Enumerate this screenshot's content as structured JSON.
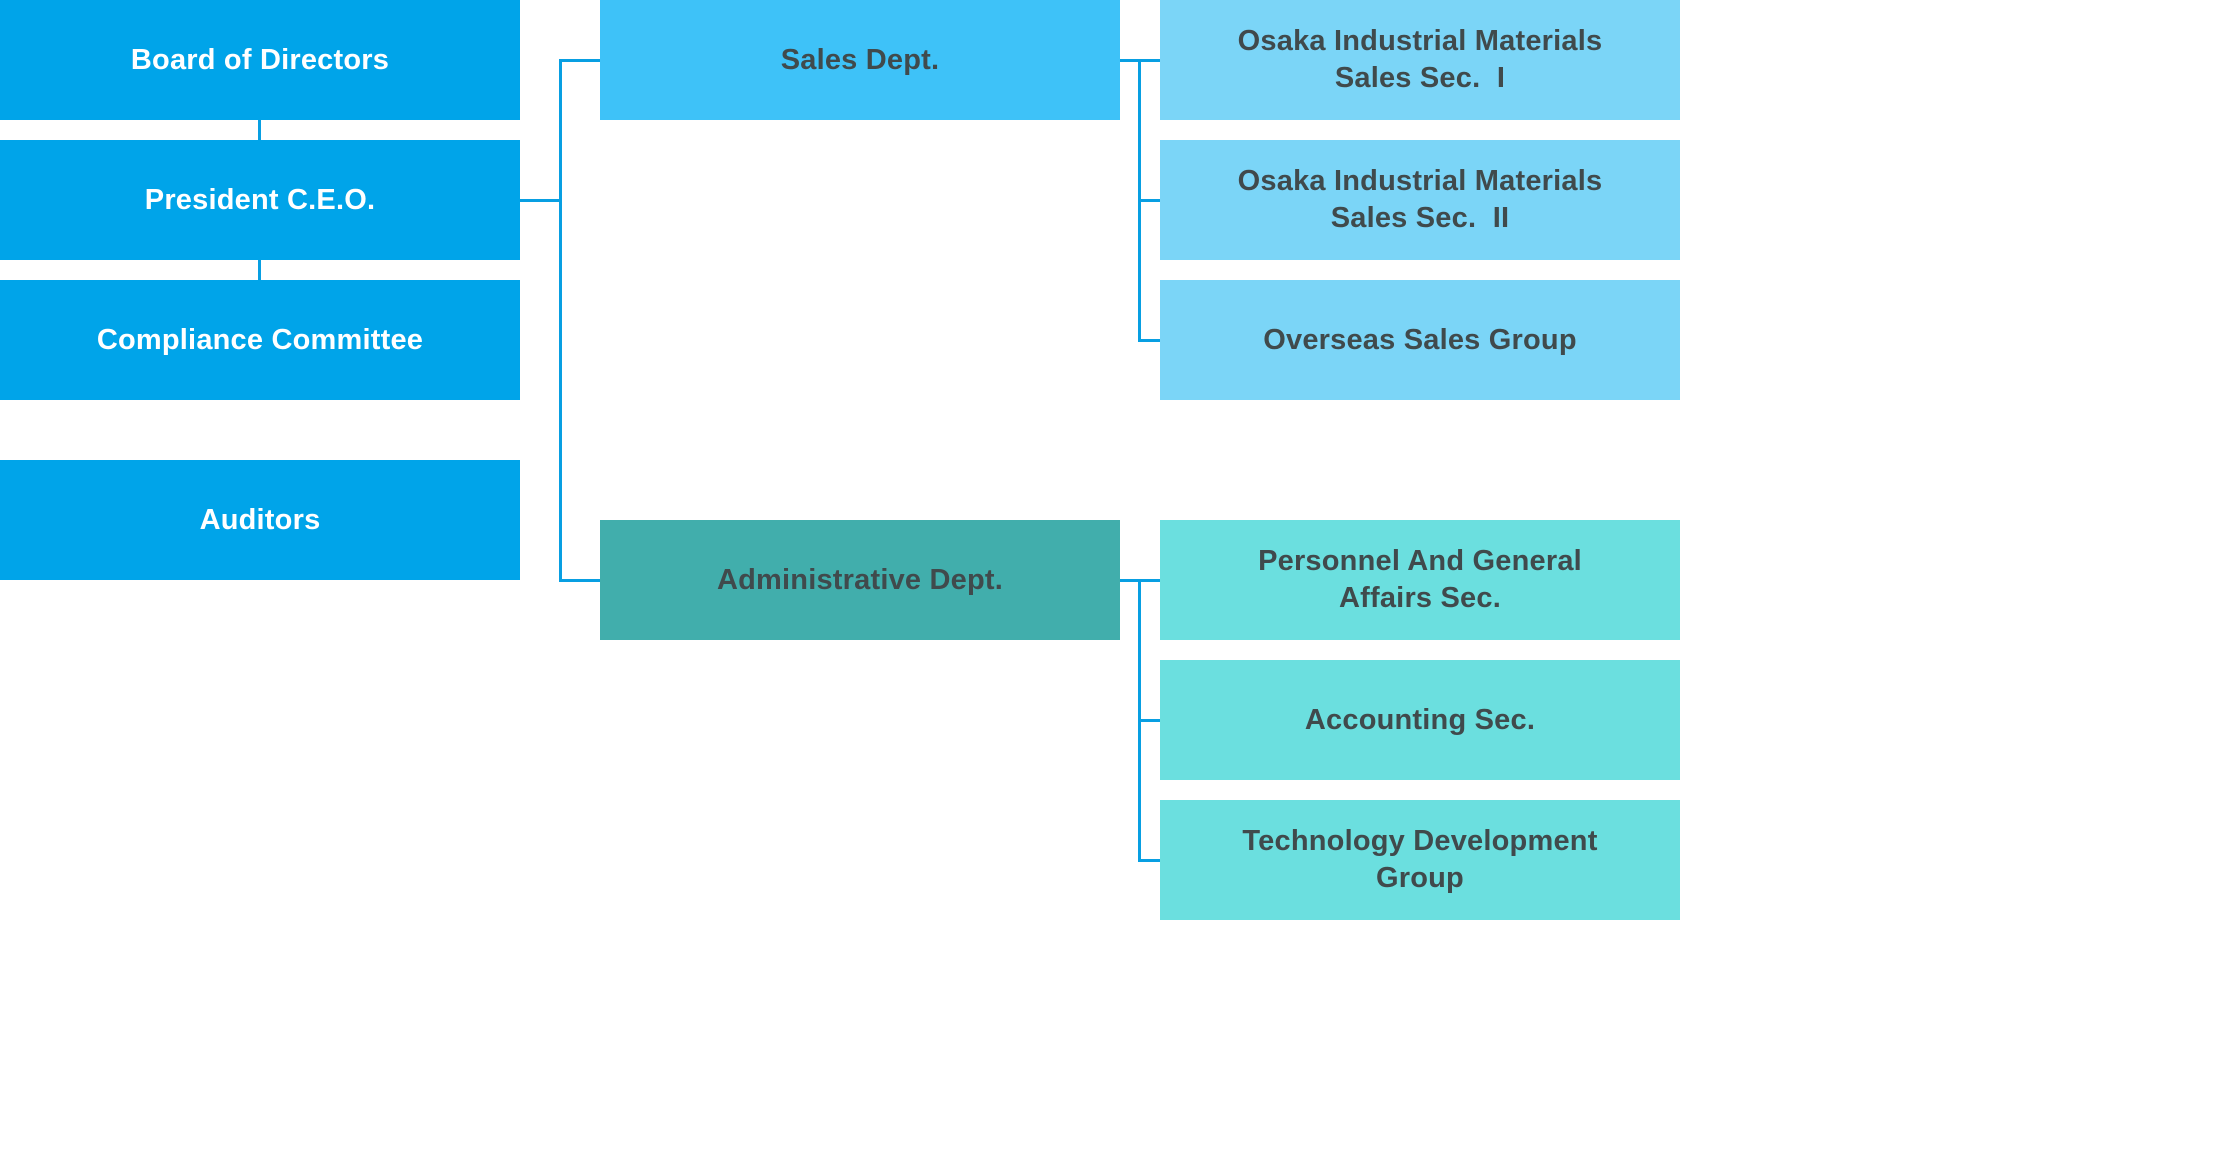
{
  "palette": {
    "primary_blue": "#00A4E9",
    "sales_blue": "#3EC2F8",
    "section_blue": "#7BD5F7",
    "admin_teal": "#41AEAC",
    "section_teal": "#6BDFDF",
    "connector_blue": "#089FE2",
    "dark_text": "#404A4C",
    "light_text": "#FFFFFF"
  },
  "nodes": {
    "board": {
      "label": "Board of Directors"
    },
    "president": {
      "label": "President C.E.O."
    },
    "compliance": {
      "label": "Compliance Committee"
    },
    "auditors": {
      "label": "Auditors"
    },
    "sales": {
      "label": "Sales Dept."
    },
    "admin": {
      "label": "Administrative Dept."
    },
    "osaka1": {
      "label": "Osaka Industrial Materials\nSales Sec.  I"
    },
    "osaka2": {
      "label": "Osaka Industrial Materials\nSales Sec.  II"
    },
    "overseas": {
      "label": "Overseas Sales Group"
    },
    "personnel": {
      "label": "Personnel And General\nAffairs Sec."
    },
    "accounting": {
      "label": "Accounting Sec."
    },
    "technology": {
      "label": "Technology Development\nGroup"
    }
  },
  "edges": [
    [
      "board",
      "president"
    ],
    [
      "president",
      "compliance"
    ],
    [
      "president",
      "sales"
    ],
    [
      "president",
      "admin"
    ],
    [
      "sales",
      "osaka1"
    ],
    [
      "sales",
      "osaka2"
    ],
    [
      "sales",
      "overseas"
    ],
    [
      "admin",
      "personnel"
    ],
    [
      "admin",
      "accounting"
    ],
    [
      "admin",
      "technology"
    ]
  ]
}
